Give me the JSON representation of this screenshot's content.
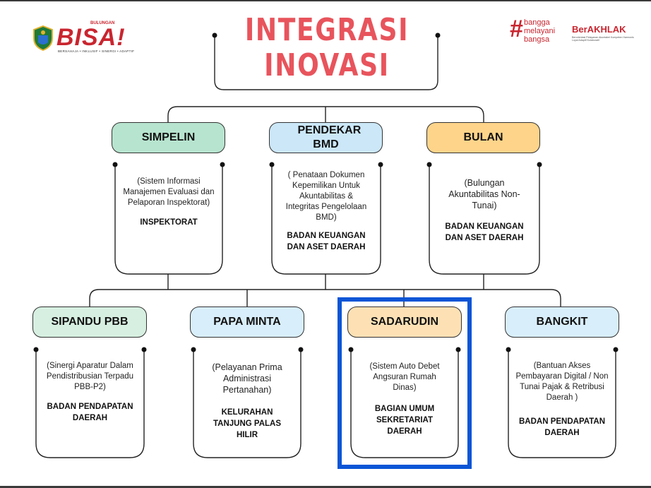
{
  "header": {
    "title_line1": "INTEGRASI",
    "title_line2": "INOVASI",
    "logo_left": {
      "top_text": "BULUNGAN",
      "word": "BISA!",
      "tagline": "BERSAHAJA • INKLUSIF • SINERGI • ADAPTIF",
      "icon": "crest-icon"
    },
    "logo_right": {
      "hash": "#",
      "line1": "bangga",
      "line2": "melayani",
      "line3": "bangsa",
      "brand": "BerAKHLAK",
      "brand_sub": "Berorientasi Pelayanan Akuntabel Kompeten Harmonis Loyal Adaptif Kolaboratif"
    }
  },
  "row1": [
    {
      "name": "SIMPELIN",
      "desc": "(Sistem Informasi Manajemen Evaluasi dan Pelaporan Inspektorat)",
      "owner": "INSPEKTORAT",
      "color": "#b7e4cf"
    },
    {
      "name": "PENDEKAR BMD",
      "desc": "( Penataan Dokumen Kepemilikan Untuk Akuntabilitas & Integritas Pengelolaan BMD)",
      "owner": "BADAN KEUANGAN DAN ASET DAERAH",
      "color": "#cbe7f8"
    },
    {
      "name": "BULAN",
      "desc": "(Bulungan Akuntabilitas Non-Tunai)",
      "owner": "BADAN KEUANGAN DAN ASET DAERAH",
      "color": "#fdd48a"
    }
  ],
  "row2": [
    {
      "name": "SIPANDU PBB",
      "desc": "(Sinergi Aparatur Dalam Pendistribusian Terpadu PBB-P2)",
      "owner": "BADAN PENDAPATAN DAERAH",
      "color": "#d6efe0"
    },
    {
      "name": "PAPA MINTA",
      "desc": "(Pelayanan Prima Administrasi Pertanahan)",
      "owner": "KELURAHAN TANJUNG PALAS HILIR",
      "color": "#d8eefb"
    },
    {
      "name": "SADARUDIN",
      "desc": "(Sistem Auto Debet Angsuran Rumah Dinas)",
      "owner": "BAGIAN UMUM SEKRETARIAT DAERAH",
      "color": "#fde1b5"
    },
    {
      "name": "BANGKIT",
      "desc": "(Bantuan Akses Pembayaran Digital / Non Tunai Pajak & Retribusi Daerah )",
      "owner": "BADAN PENDAPATAN DAERAH",
      "color": "#d8eefb"
    }
  ],
  "highlight": {
    "color": "#0a55d6"
  }
}
